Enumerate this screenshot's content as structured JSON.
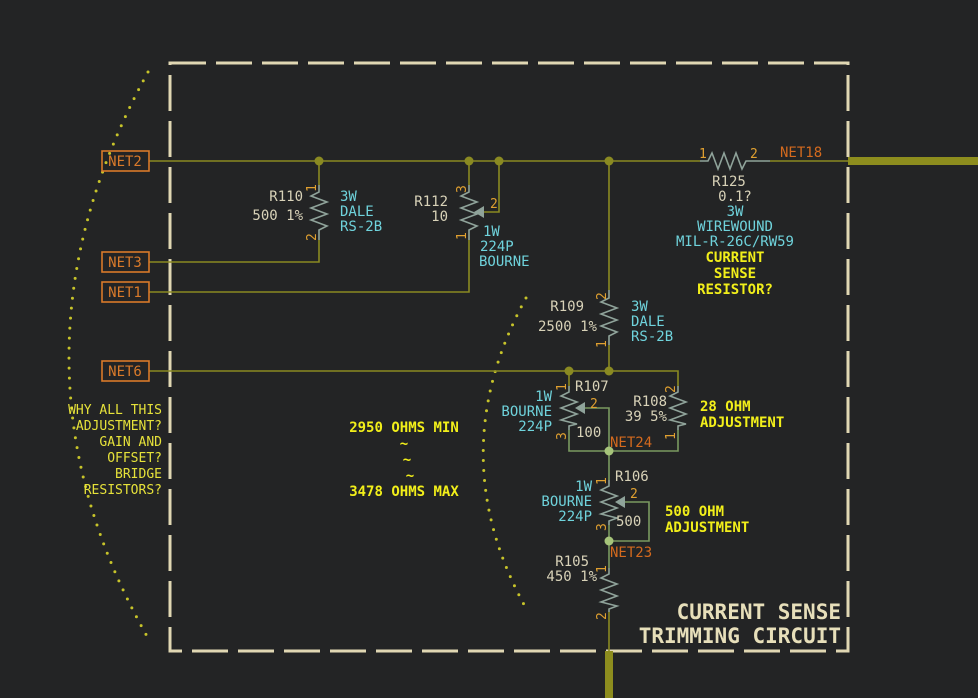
{
  "title": {
    "line1": "CURRENT SENSE",
    "line2": "TRIMMING CIRCUIT"
  },
  "net_labels": {
    "net2": "NET2",
    "net3": "NET3",
    "net1": "NET1",
    "net6": "NET6",
    "net18": "NET18",
    "net24": "NET24",
    "net23": "NET23"
  },
  "components": {
    "r110": {
      "ref": "R110",
      "value": "500 1%",
      "notes": [
        "3W",
        "DALE",
        "RS-2B"
      ],
      "pin1": "1",
      "pin2": "2"
    },
    "r112": {
      "ref": "R112",
      "value": "10",
      "notes": [
        "1W",
        "224P",
        "BOURNE"
      ],
      "pin1": "1",
      "pin2": "2",
      "pin3": "3"
    },
    "r125": {
      "ref": "R125",
      "value": "0.1?",
      "notes": [
        "3W",
        "WIREWOUND",
        "MIL-R-26C/RW59"
      ],
      "annotation": [
        "CURRENT",
        "SENSE",
        "RESISTOR?"
      ],
      "pin1": "1",
      "pin2": "2"
    },
    "r109": {
      "ref": "R109",
      "value": "2500 1%",
      "notes": [
        "3W",
        "DALE",
        "RS-2B"
      ],
      "pin1": "1",
      "pin2": "2"
    },
    "r107": {
      "ref": "R107",
      "value": "100",
      "notes": [
        "1W",
        "BOURNE",
        "224P"
      ],
      "pin1": "1",
      "pin2": "2",
      "pin3": "3"
    },
    "r108": {
      "ref": "R108",
      "value": "39 5%",
      "annotation": [
        "28 OHM",
        "ADJUSTMENT"
      ],
      "pin1": "1",
      "pin2": "2"
    },
    "r106": {
      "ref": "R106",
      "value": "500",
      "notes": [
        "1W",
        "BOURNE",
        "224P"
      ],
      "annotation": [
        "500 OHM",
        "ADJUSTMENT"
      ],
      "pin1": "1",
      "pin2": "2",
      "pin3": "3"
    },
    "r105": {
      "ref": "R105",
      "value": "450 1%",
      "pin1": "1",
      "pin2": "2"
    }
  },
  "notes": {
    "range": [
      "2950 OHMS MIN",
      "~",
      "~",
      "~",
      "3478 OHMS MAX"
    ],
    "question": [
      "WHY ALL THIS",
      "ADJUSTMENT?",
      "GAIN AND",
      "OFFSET?",
      "BRIDGE",
      "RESISTORS?"
    ]
  }
}
